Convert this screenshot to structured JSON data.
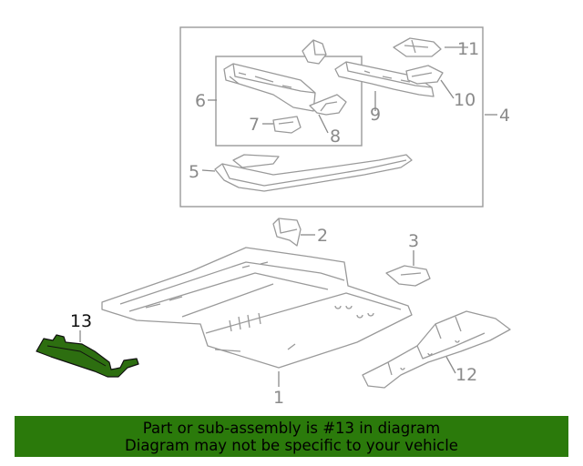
{
  "diagram": {
    "callouts": {
      "c1": "1",
      "c2": "2",
      "c3": "3",
      "c4": "4",
      "c5": "5",
      "c6": "6",
      "c7": "7",
      "c8": "8",
      "c9": "9",
      "c10": "10",
      "c11": "11",
      "c12": "12",
      "c13": "13"
    },
    "highlight_color": "#2d6e10"
  },
  "banner": {
    "line1": "Part or sub-assembly is #13 in diagram",
    "line2": "Diagram may not be specific to your vehicle",
    "background": "#2b7a0b"
  }
}
